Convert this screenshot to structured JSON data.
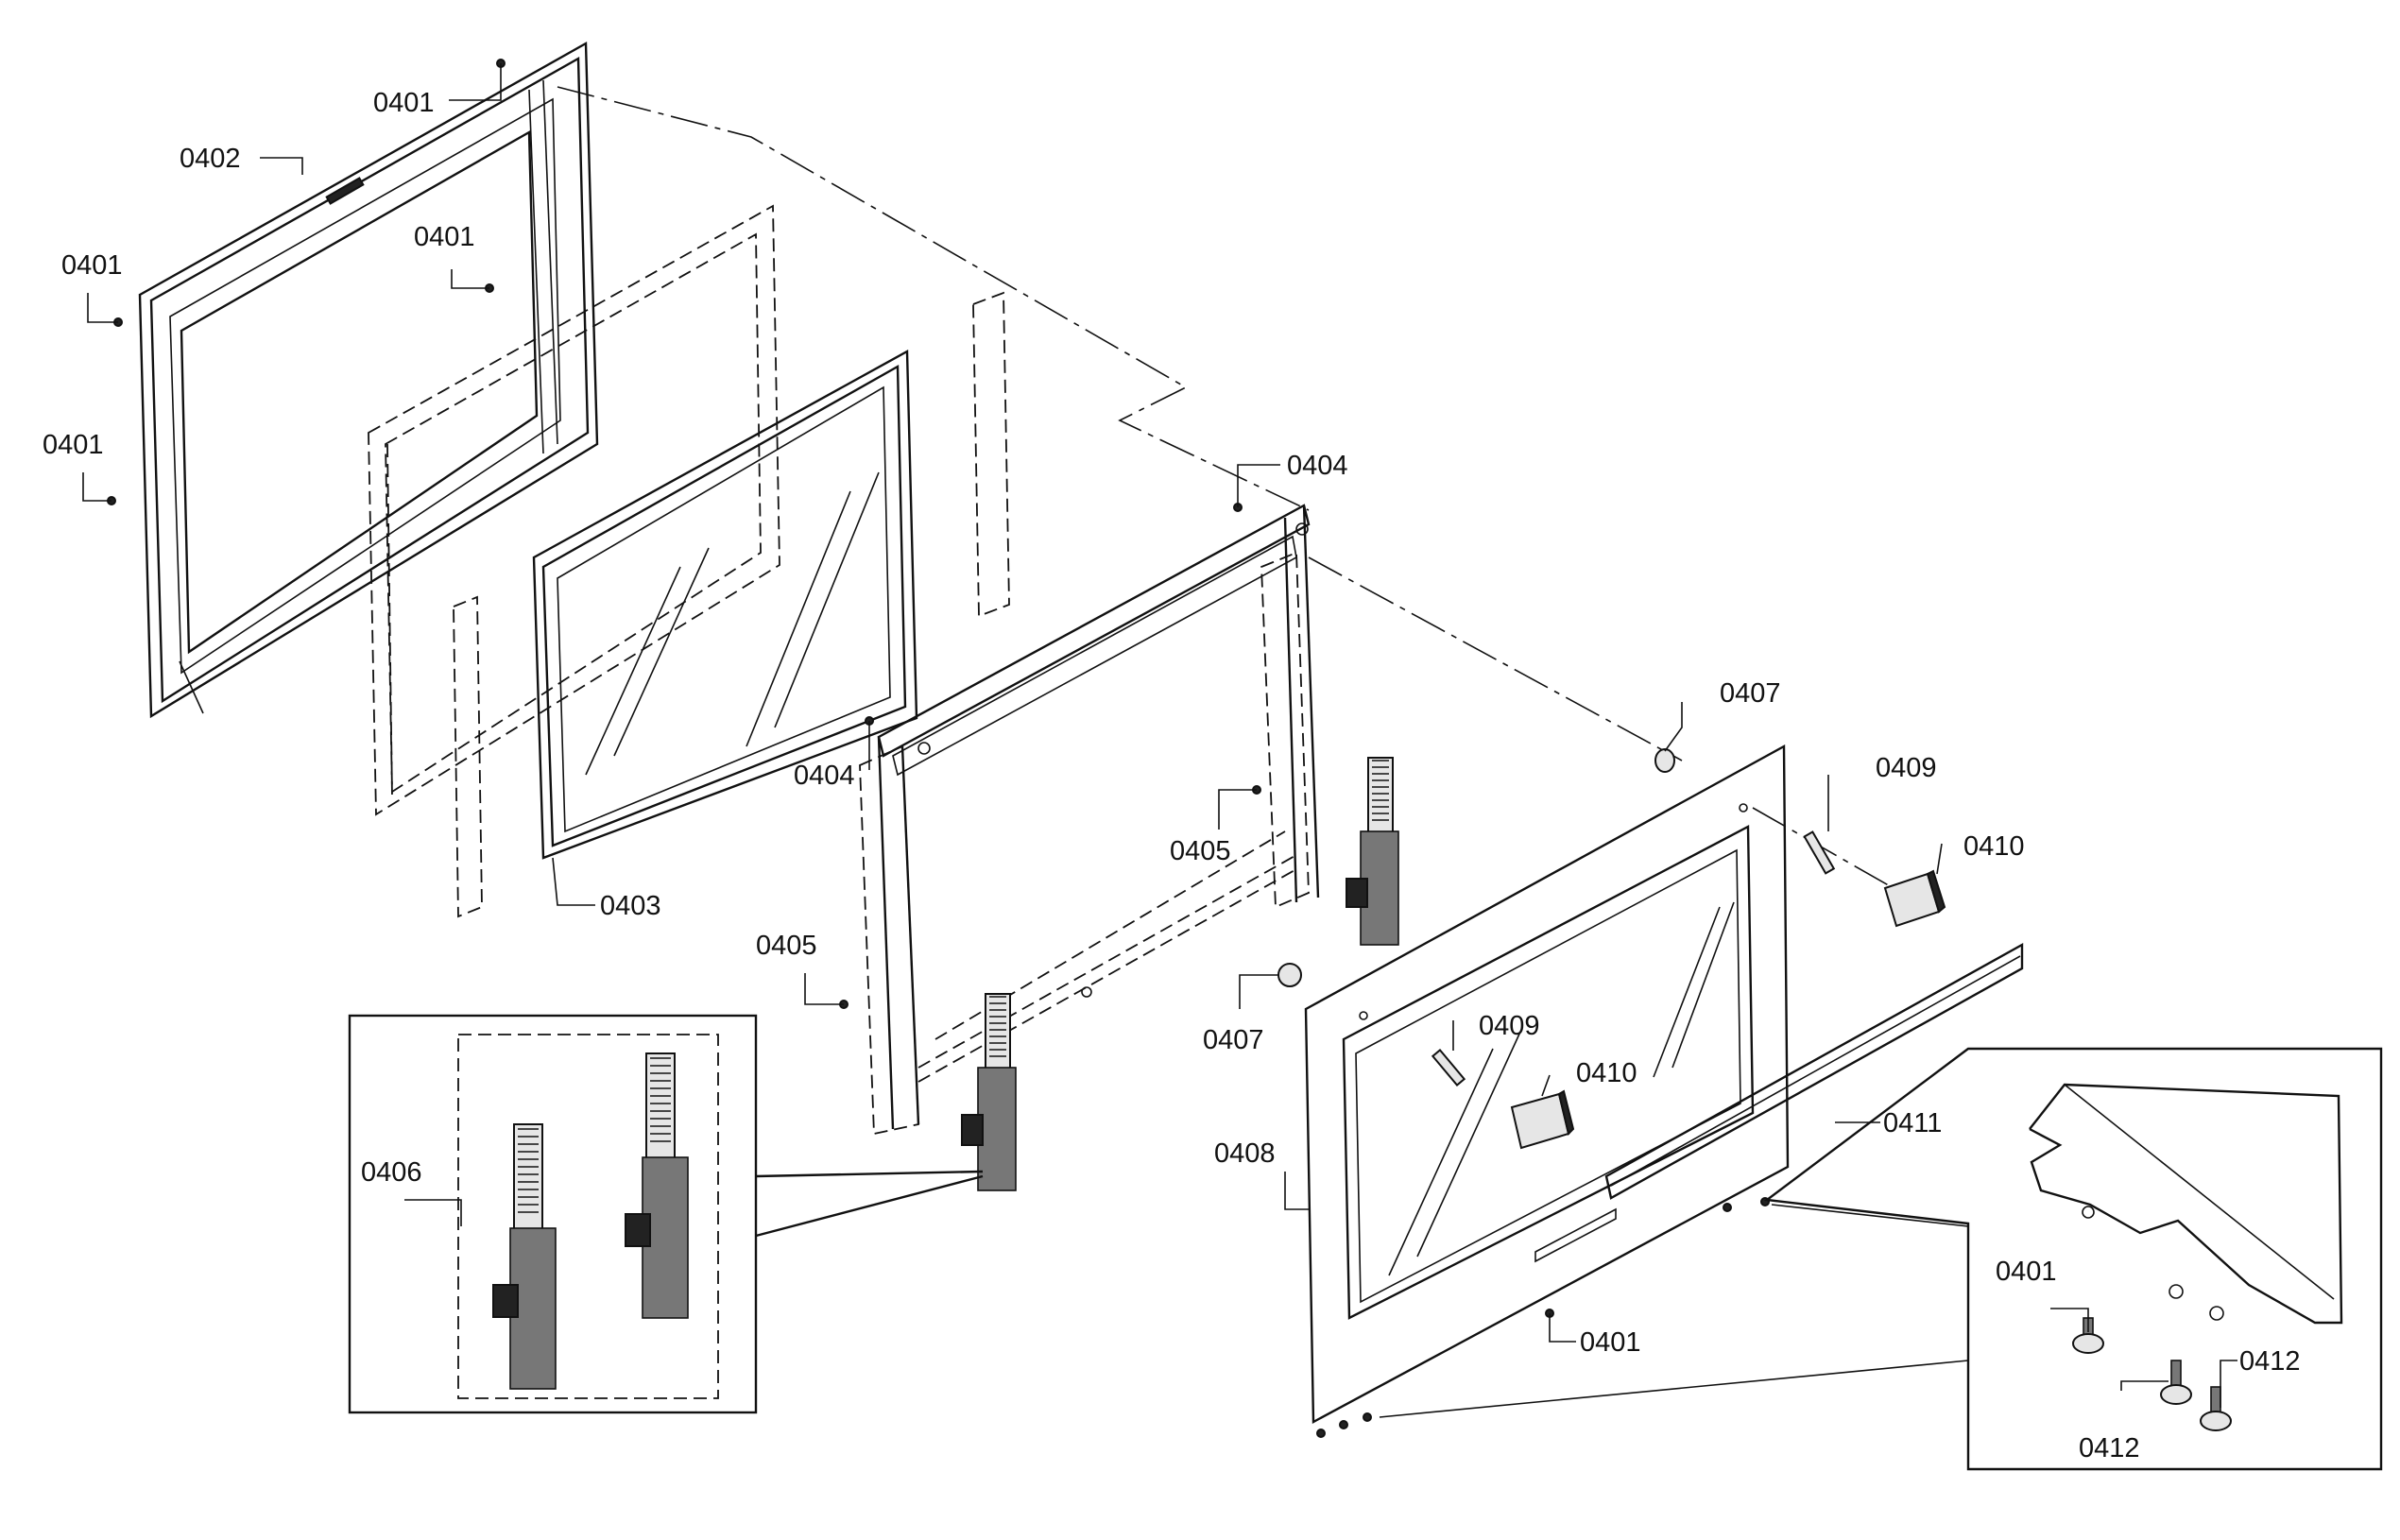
{
  "callouts": {
    "c0401_top": "0401",
    "c0402": "0402",
    "c0401_inner": "0401",
    "c0401_left": "0401",
    "c0401_lower": "0401",
    "c0404_top": "0404",
    "c0404_mid": "0404",
    "c0405_right": "0405",
    "c0405_left": "0405",
    "c0403": "0403",
    "c0406": "0406",
    "c0407_top": "0407",
    "c0407_mid": "0407",
    "c0408": "0408",
    "c0409_top": "0409",
    "c0409_mid": "0409",
    "c0410_top": "0410",
    "c0410_mid": "0410",
    "c0411": "0411",
    "c0401_bottom": "0401",
    "c0401_detail": "0401",
    "c0412_right": "0412",
    "c0412_left": "0412"
  }
}
